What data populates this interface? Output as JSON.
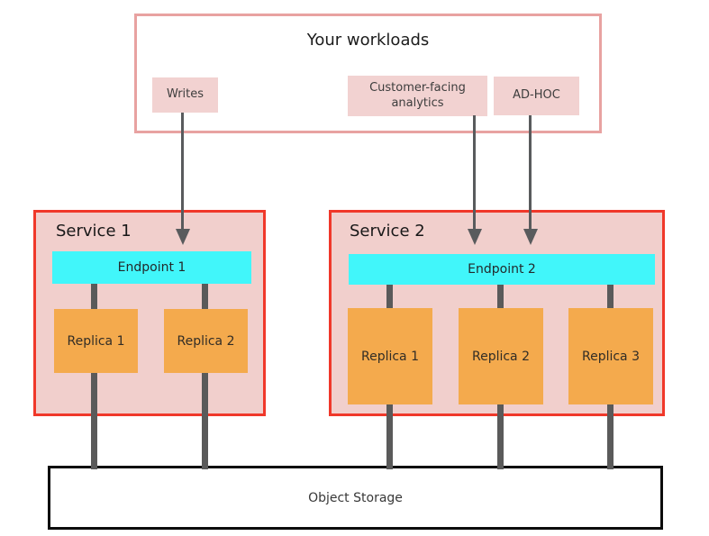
{
  "workloads": {
    "title": "Your workloads",
    "items": [
      {
        "label": "Writes"
      },
      {
        "label": "Customer-facing analytics"
      },
      {
        "label": "AD-HOC"
      }
    ]
  },
  "services": [
    {
      "title": "Service 1",
      "endpoint": {
        "label": "Endpoint 1"
      },
      "replicas": [
        {
          "label": "Replica 1"
        },
        {
          "label": "Replica 2"
        }
      ]
    },
    {
      "title": "Service 2",
      "endpoint": {
        "label": "Endpoint 2"
      },
      "replicas": [
        {
          "label": "Replica 1"
        },
        {
          "label": "Replica 2"
        },
        {
          "label": "Replica 3"
        }
      ]
    }
  ],
  "storage": {
    "label": "Object Storage"
  },
  "colors": {
    "workloads_border": "#e8a2a1",
    "workload_pill_bg": "#f2d2d1",
    "service_border": "#f0382a",
    "service_bg": "#f1cfcc",
    "endpoint_bg": "#41f6fa",
    "replica_bg": "#f4aa4d",
    "connector_grey": "#5a5a5a",
    "arrow_grey": "#595b5d",
    "storage_border": "#0c0c0c"
  }
}
